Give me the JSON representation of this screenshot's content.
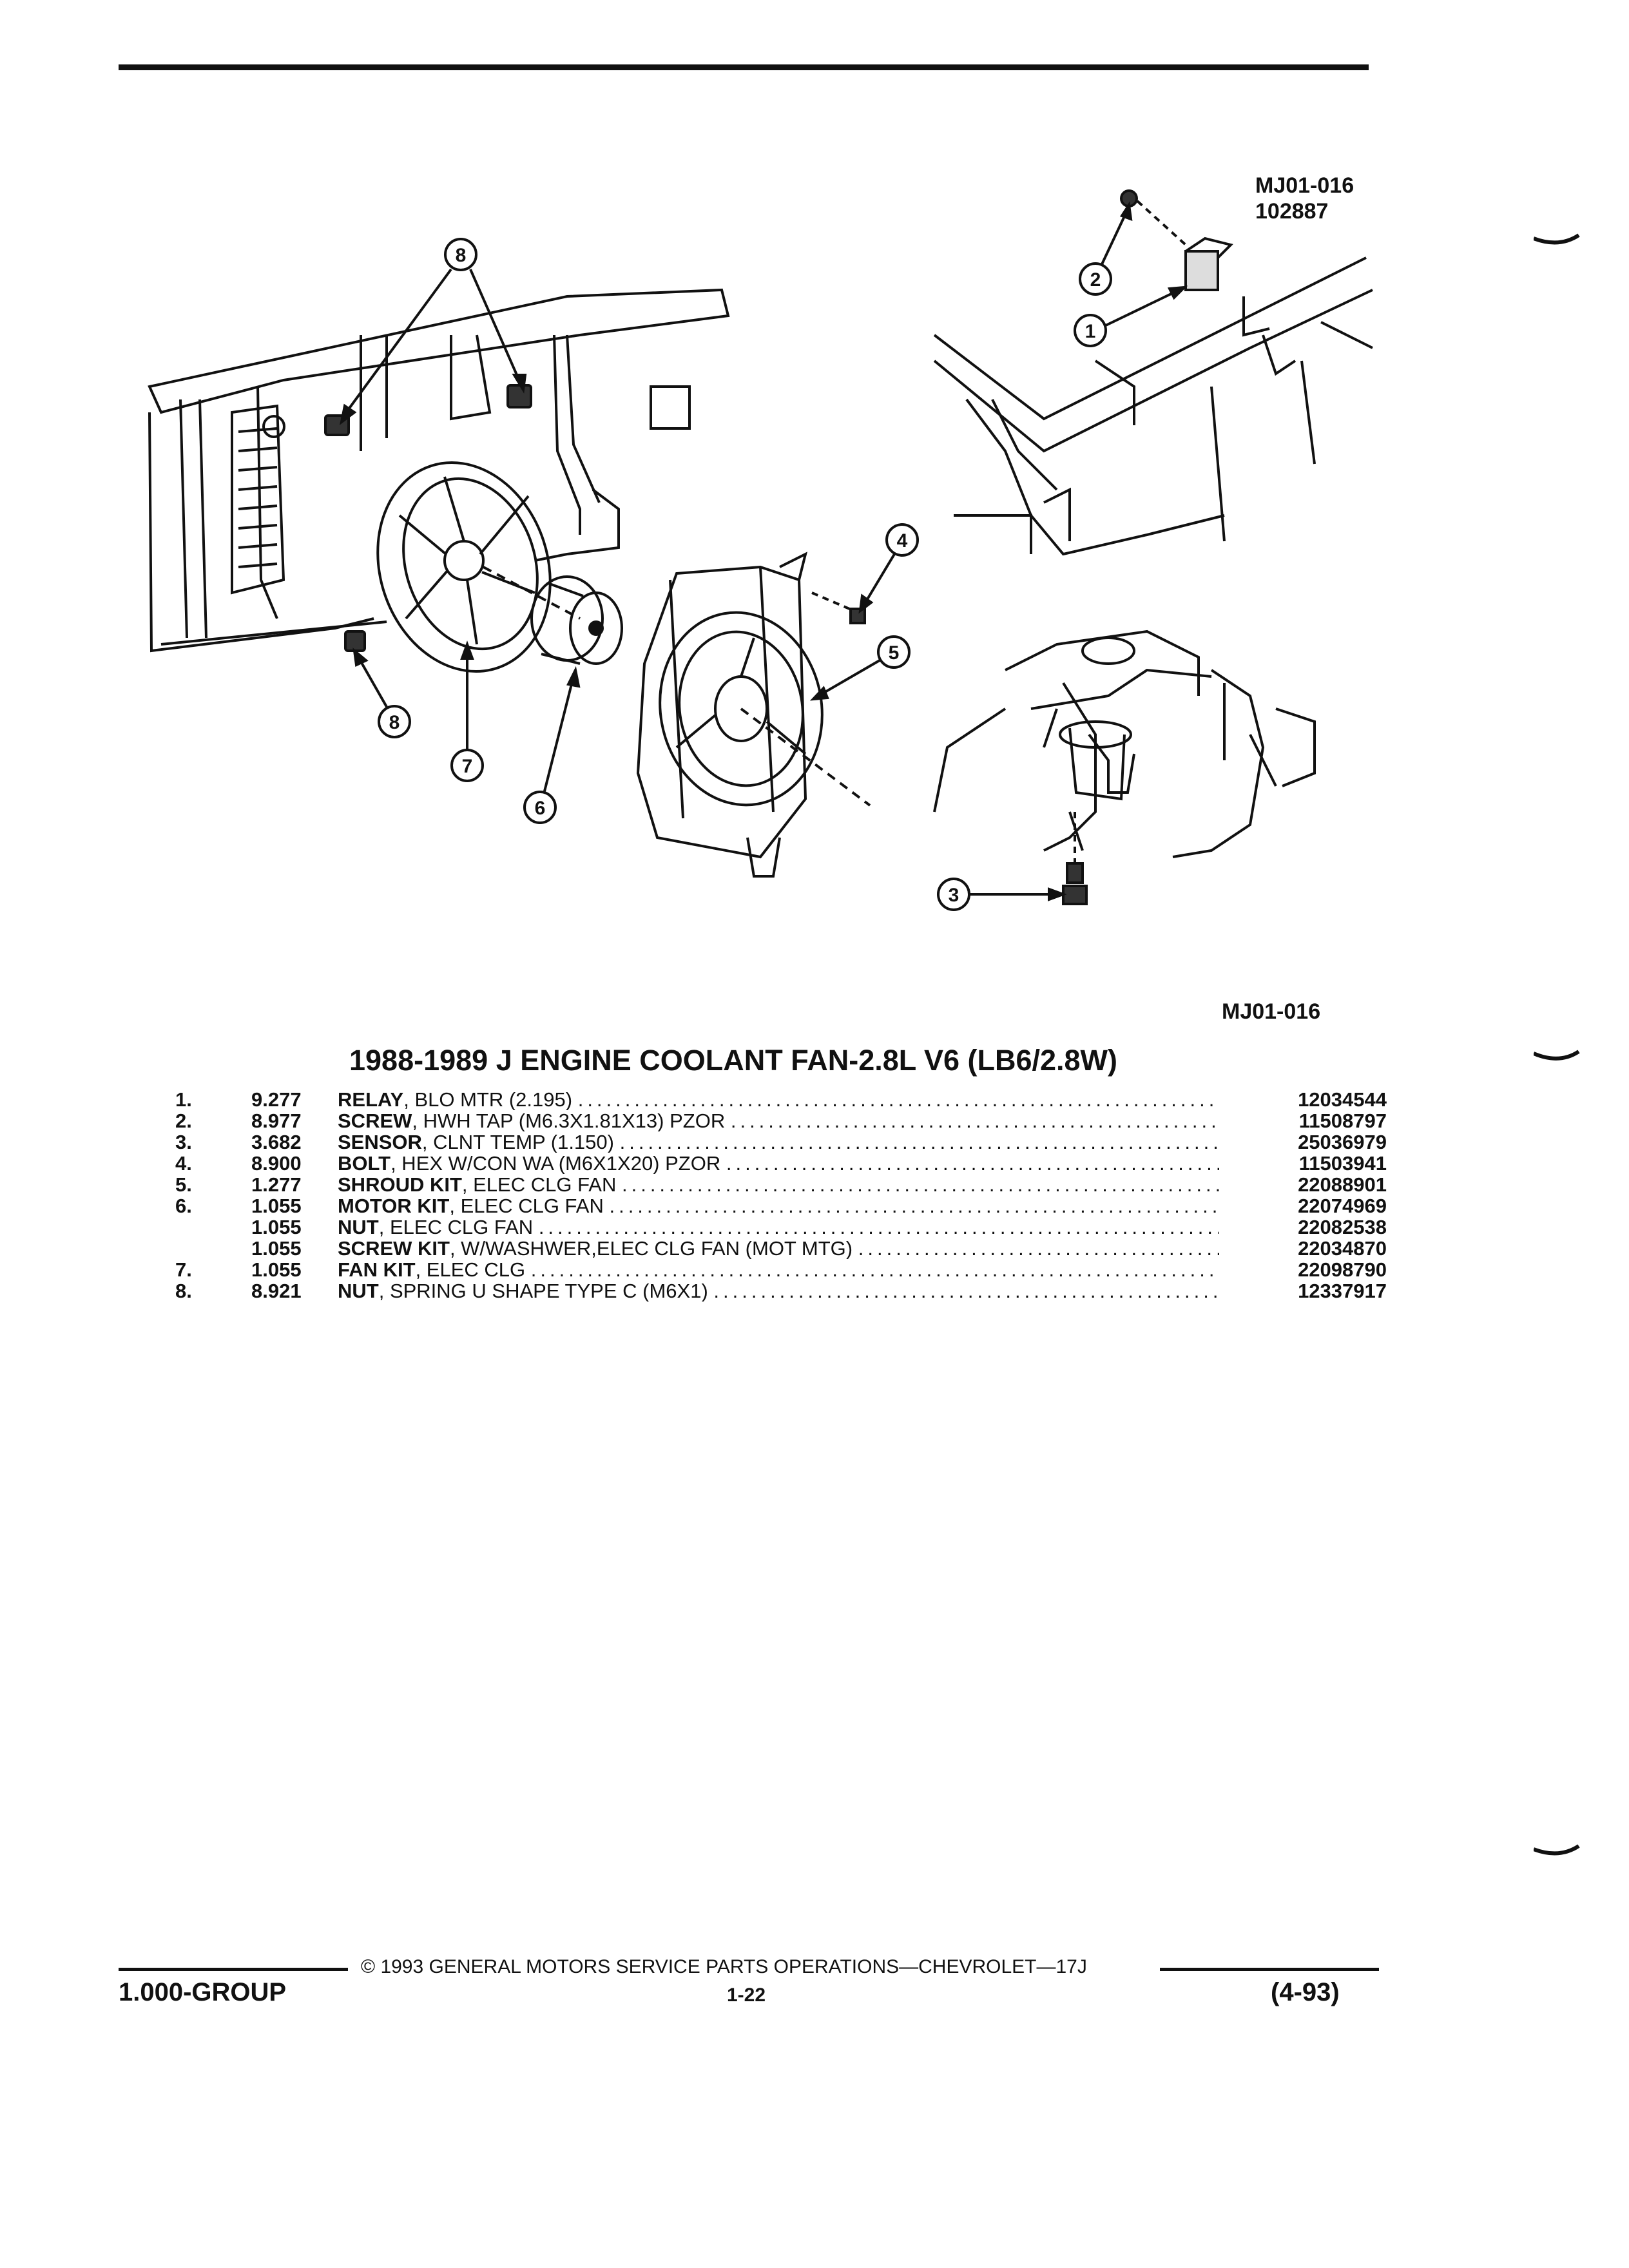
{
  "header": {
    "code": "MJ01-016",
    "number": "102887"
  },
  "figure": {
    "callouts": [
      "1",
      "2",
      "3",
      "4",
      "5",
      "6",
      "7",
      "8"
    ],
    "caption_code": "MJ01-016"
  },
  "section_title": "1988-1989 J ENGINE COOLANT FAN-2.8L V6 (LB6/2.8W)",
  "parts": [
    {
      "num": "1.",
      "group": "9.277",
      "name": "RELAY",
      "desc": ", BLO MTR (2.195)",
      "part_no": "12034544"
    },
    {
      "num": "2.",
      "group": "8.977",
      "name": "SCREW",
      "desc": ", HWH TAP (M6.3X1.81X13) PZOR",
      "part_no": "11508797"
    },
    {
      "num": "3.",
      "group": "3.682",
      "name": "SENSOR",
      "desc": ", CLNT TEMP (1.150)",
      "part_no": "25036979"
    },
    {
      "num": "4.",
      "group": "8.900",
      "name": "BOLT",
      "desc": ", HEX W/CON WA (M6X1X20) PZOR",
      "part_no": "11503941"
    },
    {
      "num": "5.",
      "group": "1.277",
      "name": "SHROUD KIT",
      "desc": ", ELEC CLG FAN",
      "part_no": "22088901"
    },
    {
      "num": "6.",
      "group": "1.055",
      "name": "MOTOR KIT",
      "desc": ", ELEC CLG FAN",
      "part_no": "22074969"
    },
    {
      "num": "",
      "group": "1.055",
      "name": "NUT",
      "desc": ", ELEC CLG FAN",
      "part_no": "22082538"
    },
    {
      "num": "",
      "group": "1.055",
      "name": "SCREW KIT",
      "desc": ", W/WASHWER,ELEC CLG FAN (MOT MTG)",
      "part_no": "22034870"
    },
    {
      "num": "7.",
      "group": "1.055",
      "name": "FAN KIT",
      "desc": ", ELEC CLG",
      "part_no": "22098790"
    },
    {
      "num": "8.",
      "group": "8.921",
      "name": "NUT",
      "desc": ", SPRING U SHAPE TYPE C (M6X1)",
      "part_no": "12337917"
    }
  ],
  "footer": {
    "copyright": "© 1993 GENERAL MOTORS SERVICE PARTS OPERATIONS—CHEVROLET—17J",
    "group": "1.000-GROUP",
    "page": "1-22",
    "date": "(4-93)"
  }
}
